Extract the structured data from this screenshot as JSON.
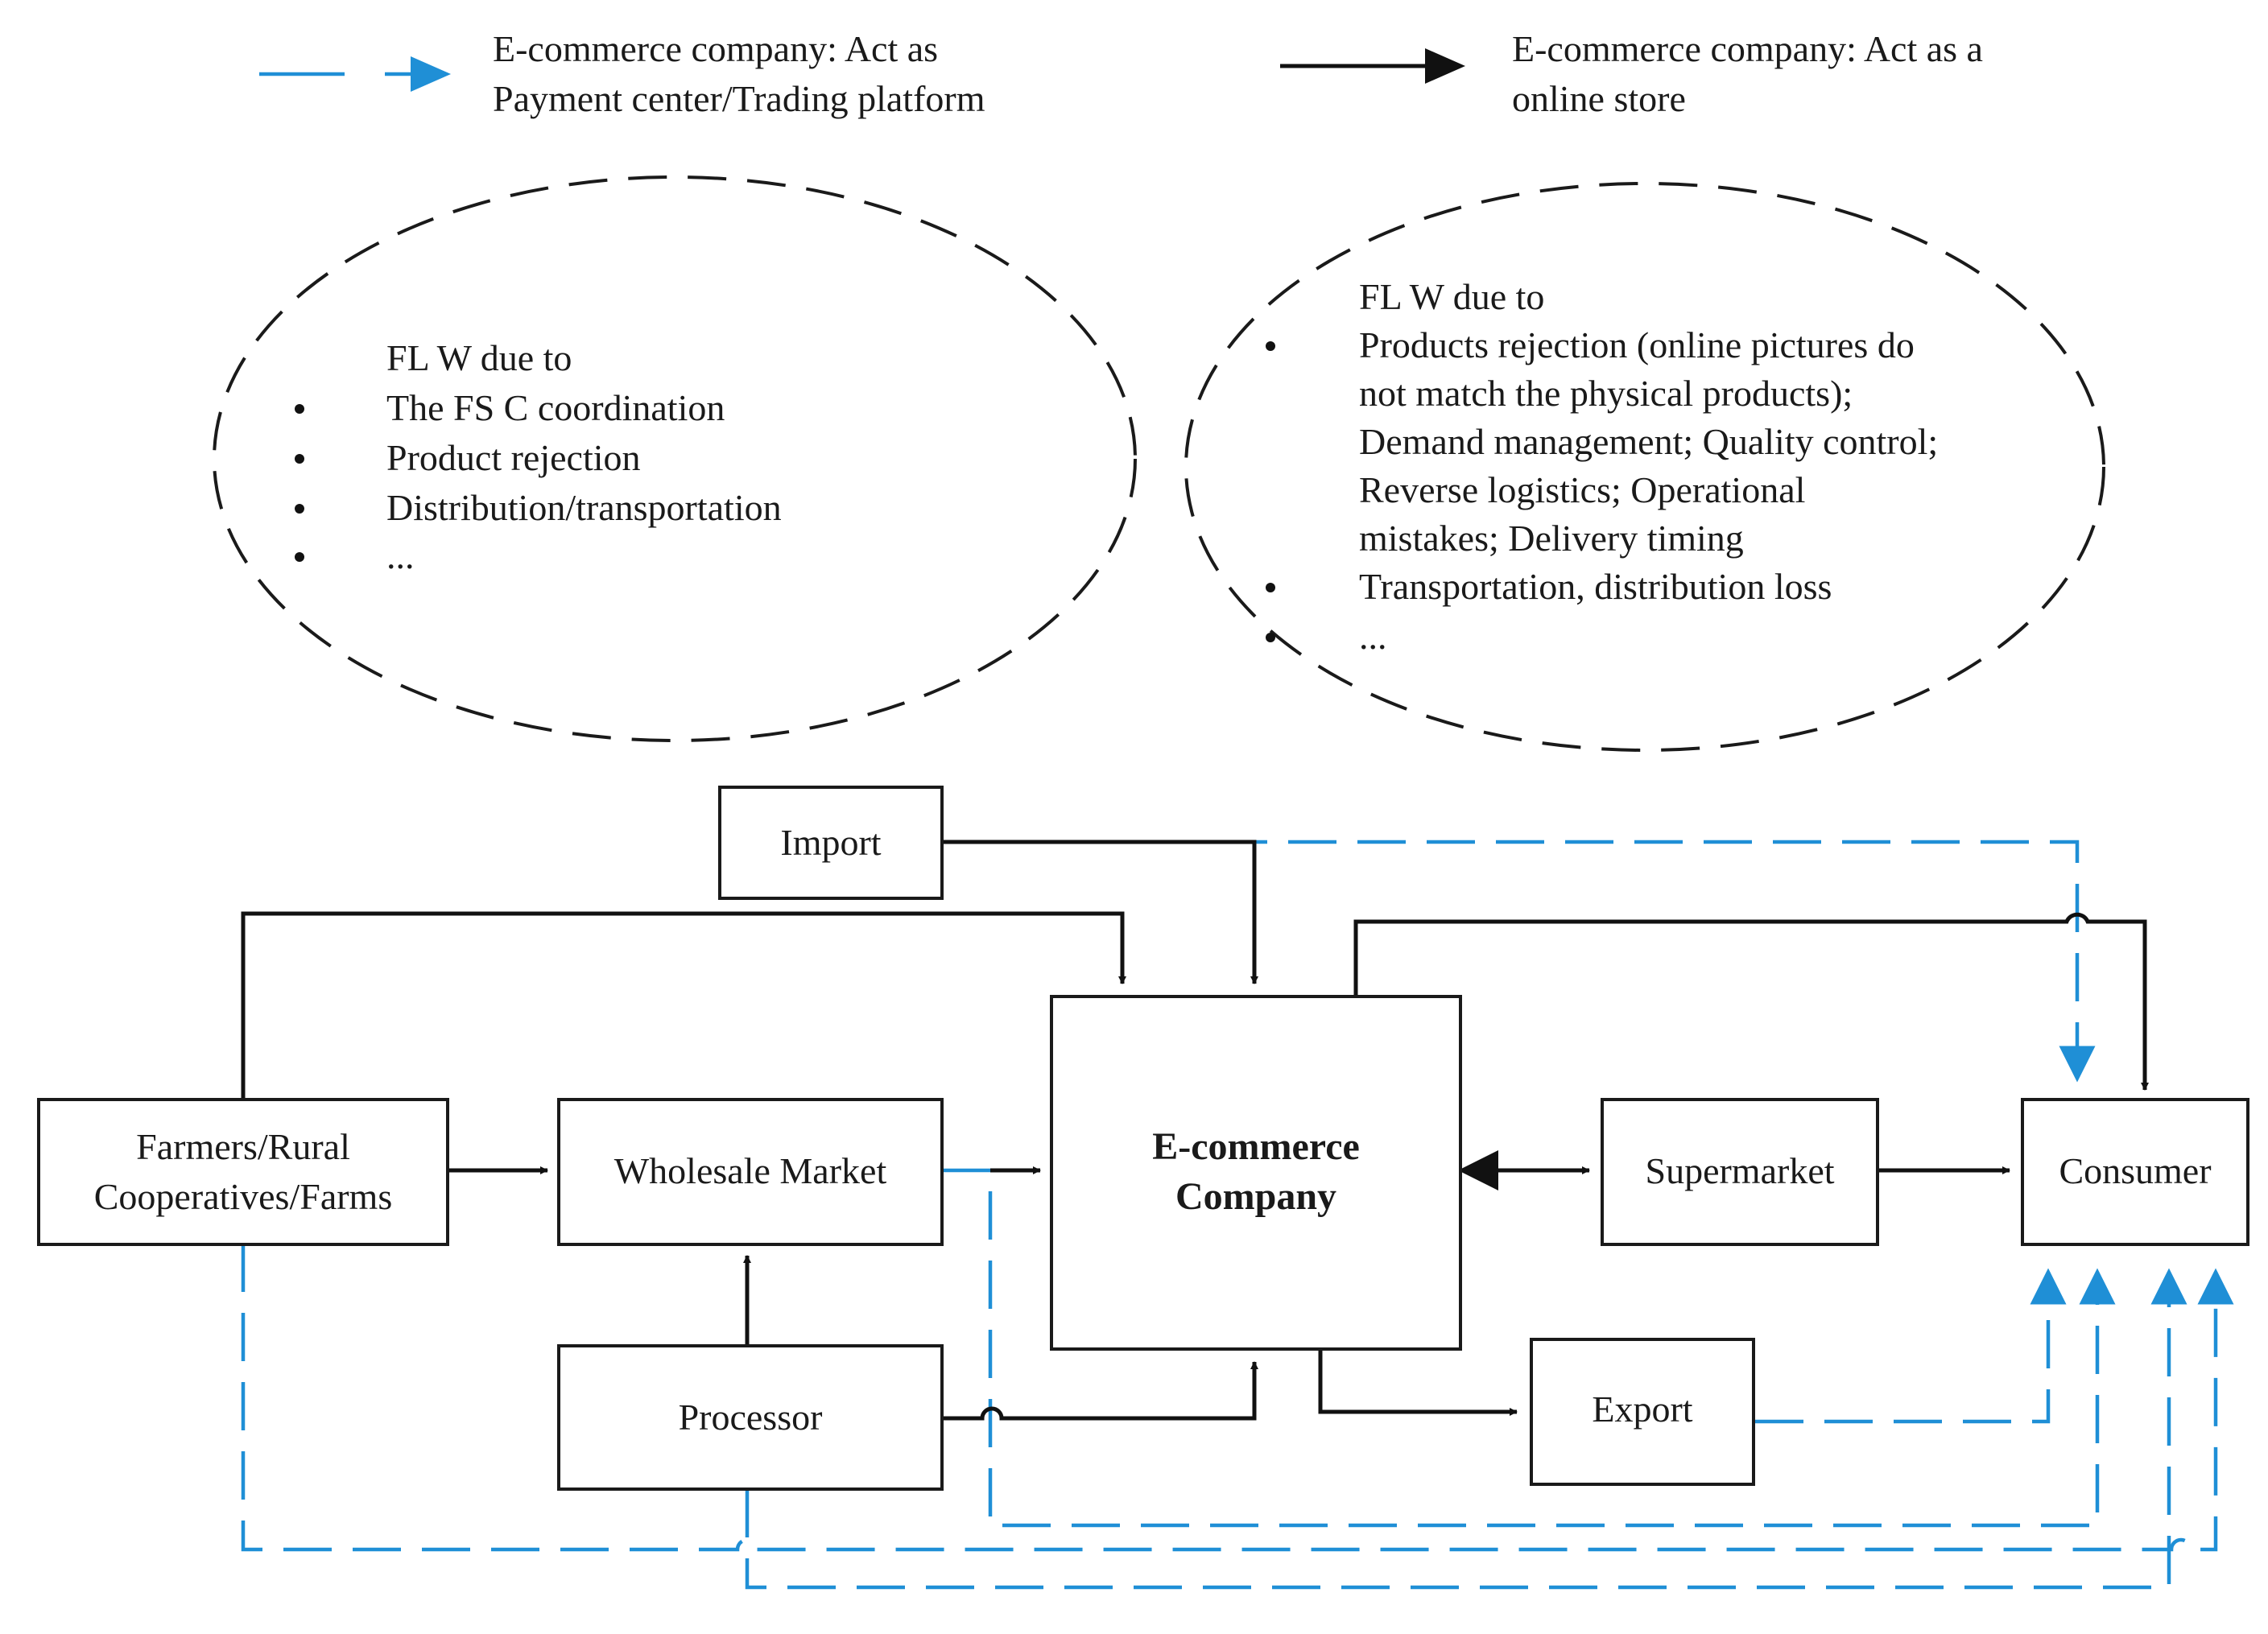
{
  "legend": {
    "blue_label_line1": "E-commerce company: Act as",
    "blue_label_line2": "Payment center/Trading platform",
    "black_label_line1": "E-commerce company: Act as a",
    "black_label_line2": "online store"
  },
  "oval_left": {
    "heading": "FL W due to",
    "items": [
      "The FS C coordination",
      "Product rejection",
      "Distribution/transportation",
      "..."
    ]
  },
  "oval_right": {
    "heading": "FL W due to",
    "lines": [
      "Products rejection (online pictures do",
      "not match the physical products);",
      "Demand management; Quality control;",
      "Reverse logistics; Operational",
      "mistakes; Delivery timing",
      "Transportation, distribution loss",
      "..."
    ]
  },
  "nodes": {
    "import": "Import",
    "farmers_line1": "Farmers/Rural",
    "farmers_line2": "Cooperatives/Farms",
    "wholesale": "Wholesale Market",
    "ecommerce_line1": "E-commerce",
    "ecommerce_line2": "Company",
    "supermarket": "Supermarket",
    "consumer": "Consumer",
    "processor": "Processor",
    "export": "Export"
  },
  "colors": {
    "blue_flow": "#1f8fd6",
    "black_flow": "#111111"
  }
}
